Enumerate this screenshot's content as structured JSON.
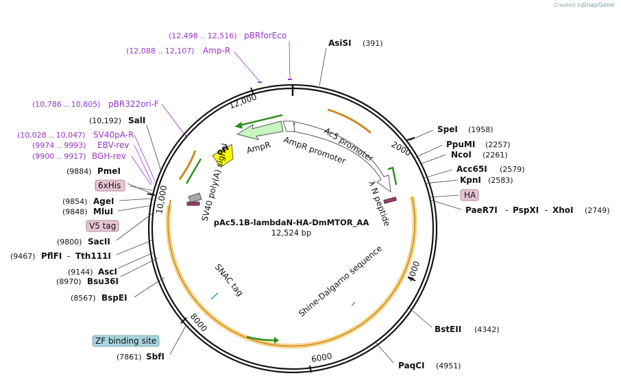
{
  "credit": {
    "prefix": "Created by",
    "brand": "SnapGene"
  },
  "plasmid": {
    "name": "pAc5.1B-lambdaN-HA-DmMTOR_AA",
    "length": "12,524 bp",
    "length_bp": 12524
  },
  "ticks": [
    "2000",
    "4000",
    "6000",
    "8000",
    "10,000",
    "12,000"
  ],
  "sites": [
    {
      "name": "AsiSI",
      "pos": "(391)"
    },
    {
      "name": "SpeI",
      "pos": "(1958)"
    },
    {
      "name": "PpuMI",
      "pos": "(2257)"
    },
    {
      "name": "NcoI",
      "pos": "(2261)"
    },
    {
      "name": "Acc65I",
      "pos": "(2579)"
    },
    {
      "name": "KpnI",
      "pos": "(2583)"
    },
    {
      "name": "PaeR7I",
      "pos": ""
    },
    {
      "name": "PspXI",
      "pos": ""
    },
    {
      "name": "XhoI",
      "pos": "(2749)"
    },
    {
      "name": "BstEII",
      "pos": "(4342)"
    },
    {
      "name": "PaqCI",
      "pos": "(4951)"
    },
    {
      "name": "SbfI",
      "pos": "(7861)"
    },
    {
      "name": "BspEI",
      "pos": "(8567)"
    },
    {
      "name": "Bsu36I",
      "pos": "(8970)"
    },
    {
      "name": "AscI",
      "pos": "(9144)"
    },
    {
      "name": "PflFI",
      "pos": "(9467)"
    },
    {
      "name": "Tth111I",
      "pos": ""
    },
    {
      "name": "SacII",
      "pos": "(9800)"
    },
    {
      "name": "MluI",
      "pos": "(9848)"
    },
    {
      "name": "AgeI",
      "pos": "(9854)"
    },
    {
      "name": "PmeI",
      "pos": "(9884)"
    },
    {
      "name": "SalI",
      "pos": "(10,192)"
    }
  ],
  "primers": [
    {
      "range": "(12,498 .. 12,516)",
      "name": "pBRforEco"
    },
    {
      "range": "(12,088 .. 12,107)",
      "name": "Amp-R"
    },
    {
      "range": "(10,786 .. 10,805)",
      "name": "pBR322ori-F"
    },
    {
      "range": "(10,028 .. 10,047)",
      "name": "SV40pA-R"
    },
    {
      "range": "(9974 .. 9993)",
      "name": "EBV-rev"
    },
    {
      "range": "(9900 .. 9917)",
      "name": "BGH-rev"
    }
  ],
  "boxed_features": [
    "6xHis",
    "V5 tag",
    "HA",
    "ZF binding site"
  ],
  "inner_features": [
    "AmpR",
    "AmpR promoter",
    "ori",
    "Ac5 promoter",
    "λ N peptide",
    "SV40 poly(A) signal",
    "SNAC tag",
    "Shine-Dalgarno sequence"
  ],
  "colors": {
    "primer": "#9933cc",
    "orf": "#f0b442",
    "promoter": "#ffffff",
    "ampr": "#c8f5c0",
    "ori": "#ffff00",
    "tagbox": "#e8c4d4",
    "zfbox": "#a8d4dc"
  }
}
